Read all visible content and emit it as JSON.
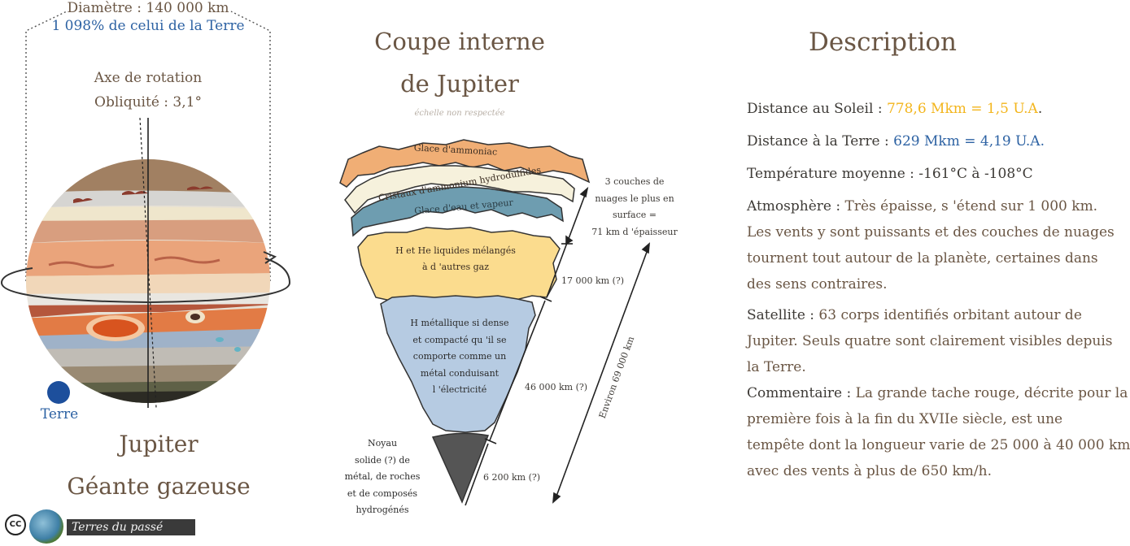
{
  "planet_panel": {
    "diameter_label": "Diamètre : 140 000 km",
    "diameter_ratio": "1 098% de celui de la Terre",
    "axis_label": "Axe de rotation",
    "obliquity_label": "Obliquité : 3,1°",
    "earth_label": "Terre",
    "name": "Jupiter",
    "type": "Géante gazeuse"
  },
  "section_panel": {
    "title_line1": "Coupe interne",
    "title_line2": "de Jupiter",
    "scale_note": "échelle non respectée",
    "layers": {
      "ammonia_ice": "Glace d'ammoniac",
      "ammonium_crystals": "Cristaux d'ammonium hydrodulfides",
      "water_ice": "Glace d'eau et vapeur",
      "liquid_h_he_1": "H et He liquides mélangés",
      "liquid_h_he_2": "à d 'autres gaz",
      "metallic_h_1": "H métallique si dense",
      "metallic_h_2": "et compacté qu 'il se",
      "metallic_h_3": "comporte comme un",
      "metallic_h_4": "métal conduisant",
      "metallic_h_5": "l 'électricité",
      "core_1": "Noyau",
      "core_2": "solide (?) de",
      "core_3": "métal, de roches",
      "core_4": "et de composés",
      "core_5": "hydrogénés"
    },
    "clouds_note_1": "3 couches de",
    "clouds_note_2": "nuages le plus en",
    "clouds_note_3": "surface =",
    "clouds_note_4": "71 km d 'épaisseur",
    "dim_liquid": "17 000 km (?)",
    "dim_metallic": "46 000 km (?)",
    "dim_core": "6 200 km (?)",
    "dim_total": "Environ 69 000 km"
  },
  "description": {
    "title": "Description",
    "sun_label": "Distance au Soleil : ",
    "sun_value": "778,6 Mkm = 1,5 U.A",
    "sun_end": ".",
    "earth_label": "Distance à la Terre : ",
    "earth_value": "629 Mkm = 4,19 U.A.",
    "temp_label": "Température moyenne : ",
    "temp_value": "-161°C à -108°C",
    "atmo_label": "Atmosphère : ",
    "atmo_line1": "Très épaisse, s 'étend sur 1 000 km.",
    "atmo_line2": "Les vents y sont puissants et des couches de nuages",
    "atmo_line3": "tournent tout autour de la planète, certaines dans",
    "atmo_line4": "des sens contraires.",
    "sat_label": "Satellite : ",
    "sat_line1": "63 corps identifiés orbitant autour de",
    "sat_line2": "Jupiter. Seuls quatre sont clairement visibles depuis",
    "sat_line3": "la Terre.",
    "comment_label": "Commentaire : ",
    "comment_line1": "La grande tache rouge, décrite pour la",
    "comment_line2": "première fois à la fin du XVIIe siècle, est une",
    "comment_line3": "tempête dont la longueur varie de 25 000 à 40 000 km",
    "comment_line4": "avec des vents à plus de 650 km/h."
  },
  "footer": {
    "cc_badge": "CC",
    "brand": "Terres du passé"
  },
  "colors": {
    "title_brown": "#6a5644",
    "link_blue": "#2d62a3",
    "highlight_gold": "#f3b51c",
    "ammonia_orange": "#f0ae75",
    "crystals_cream": "#f6f1dc",
    "water_teal": "#6e9db0",
    "liquid_yellow": "#fbdc8e",
    "metallic_blue": "#b6cbe2",
    "core_grey": "#555555",
    "earth_blue": "#1d4f9c"
  }
}
